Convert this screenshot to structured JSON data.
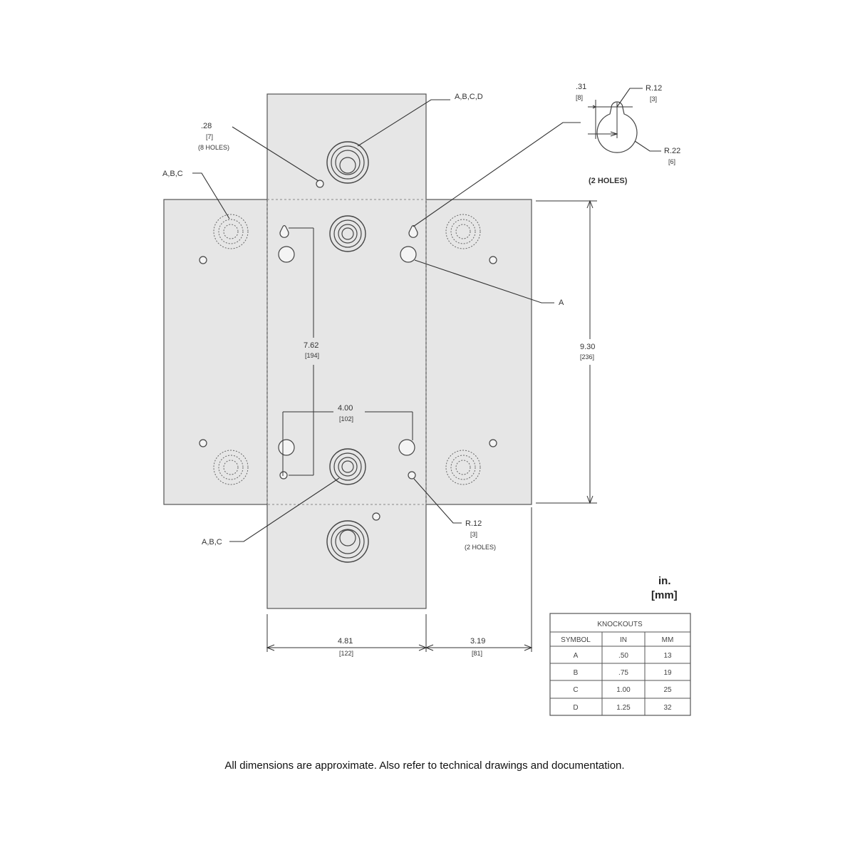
{
  "units": {
    "inch": "in.",
    "mm": "[mm]"
  },
  "labels": {
    "top_knockout": "A,B,C,D",
    "hole_28_in": ".28",
    "hole_28_mm": "[7]",
    "hole_28_qty": "(8 HOLES)",
    "left_knockouts": "A,B,C",
    "keyhole_detail_031_in": ".31",
    "keyhole_detail_031_mm": "[8]",
    "keyhole_r12_in": "R.12",
    "keyhole_r12_mm": "[3]",
    "keyhole_r22_in": "R.22",
    "keyhole_r22_mm": "[6]",
    "keyhole_qty": "(2 HOLES)",
    "right_hole": "A",
    "dim_762_in": "7.62",
    "dim_762_mm": "[194]",
    "dim_930_in": "9.30",
    "dim_930_mm": "[236]",
    "dim_400_in": "4.00",
    "dim_400_mm": "[102]",
    "bottom_knockouts": "A,B,C",
    "bottom_r12_in": "R.12",
    "bottom_r12_mm": "[3]",
    "bottom_r12_qty": "(2 HOLES)",
    "dim_481_in": "4.81",
    "dim_481_mm": "[122]",
    "dim_319_in": "3.19",
    "dim_319_mm": "[81]"
  },
  "knockouts_table": {
    "title": "KNOCKOUTS",
    "headers": [
      "SYMBOL",
      "IN",
      "MM"
    ],
    "rows": [
      [
        "A",
        ".50",
        "13"
      ],
      [
        "B",
        ".75",
        "19"
      ],
      [
        "C",
        "1.00",
        "25"
      ],
      [
        "D",
        "1.25",
        "32"
      ]
    ]
  },
  "footer_note": "All dimensions are approximate.  Also refer to technical drawings and documentation."
}
